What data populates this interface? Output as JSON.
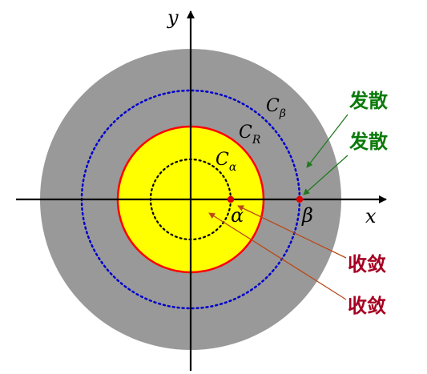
{
  "labels": {
    "x_axis": "x",
    "y_axis": "y",
    "c_beta": {
      "letter": "C",
      "sub": "β"
    },
    "c_r": {
      "letter": "C",
      "sub": "R"
    },
    "c_alpha": {
      "letter": "C",
      "sub": "α"
    },
    "alpha": "α",
    "beta": "β"
  },
  "annotations": {
    "diverge_1": "发散",
    "diverge_2": "发散",
    "converge_1": "收敛",
    "converge_2": "收敛"
  },
  "colors": {
    "outer_region": "#999999",
    "convergence_disk": "#ffff00",
    "radius_circle": "#ff0000",
    "beta_circle": "#0000cc",
    "alpha_circle": "#000000",
    "diverge_text": "#0a7a0a",
    "converge_text": "#a50021",
    "diverge_arrow": "#1f7a1f",
    "converge_arrow": "#b84a1a",
    "point": "#dd0000"
  }
}
